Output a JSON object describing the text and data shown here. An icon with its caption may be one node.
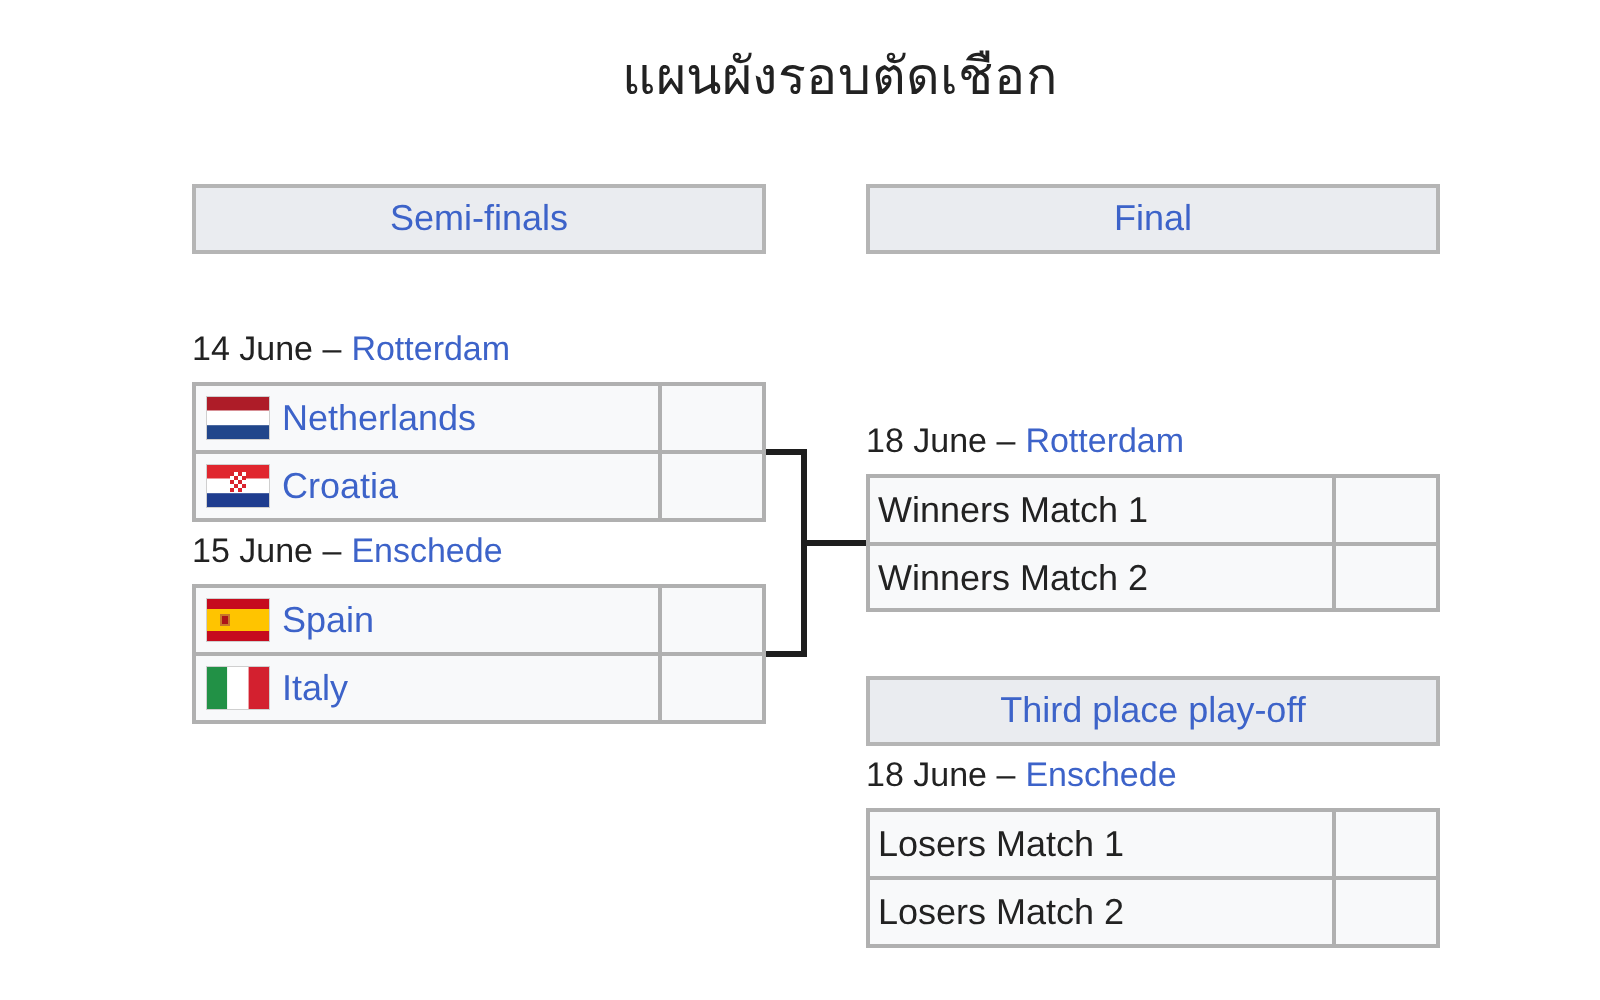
{
  "diagram": {
    "title": "แผนผังรอบตัดเชือก",
    "nodes": [
      {
        "text": [
          "Semi-finals"
        ]
      },
      {
        "text": [
          "Final"
        ]
      },
      {
        "text": [],
        "shape": "box",
        "beside": [
          "14 June –",
          "Rotterdam"
        ]
      },
      {
        "text": [
          "Netherlands"
        ],
        "in": 2
      },
      {
        "text": [
          "Croatia"
        ],
        "in": 2
      },
      {
        "text": [],
        "shape": "box",
        "beside": [
          "15 June –",
          "Enschede"
        ]
      },
      {
        "text": [
          "Spain"
        ],
        "in": 5
      },
      {
        "text": [
          "Italy"
        ],
        "in": 5
      },
      {
        "text": [],
        "shape": "box",
        "beside": [
          "18 June –",
          "Rotterdam"
        ]
      },
      {
        "text": [
          "Winners Match 1"
        ],
        "in": 8
      },
      {
        "text": [
          "Winners Match 2"
        ],
        "in": 8
      },
      {
        "text": [
          "Third place play-off"
        ]
      },
      {
        "text": [],
        "shape": "box",
        "beside": [
          "18 June –",
          "Enschede"
        ]
      },
      {
        "text": [
          "Losers Match 1"
        ],
        "in": 12
      },
      {
        "text": [
          "Losers Match 2"
        ],
        "in": 12
      }
    ],
    "edges": [
      {
        "from": 2,
        "to": 8,
        "arrow": "none"
      },
      {
        "from": 5,
        "to": 8,
        "arrow": "none"
      }
    ]
  }
}
